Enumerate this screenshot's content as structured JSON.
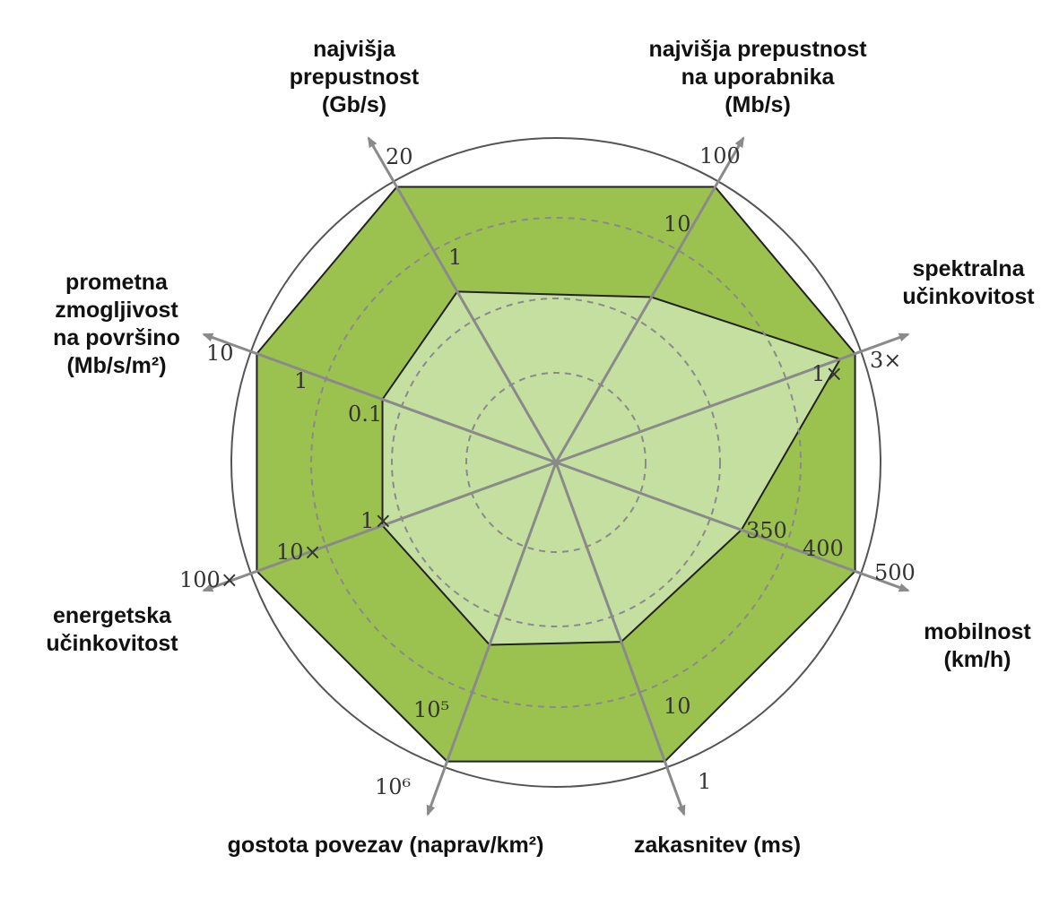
{
  "chart_data": {
    "type": "radar",
    "rings": 4,
    "axes": [
      {
        "name": "top-left",
        "angle_deg": 120,
        "title": [
          "najvišja",
          "prepustnost",
          "(Gb/s)"
        ],
        "ticks": [
          "1",
          "20"
        ],
        "values": [
          1,
          20
        ]
      },
      {
        "name": "top-right",
        "angle_deg": 60,
        "title": [
          "najvišja prepustnost",
          "na uporabnika",
          "(Mb/s)"
        ],
        "ticks": [
          "10",
          "100"
        ],
        "values": [
          10,
          100
        ]
      },
      {
        "name": "right-upper",
        "angle_deg": 20,
        "title": [
          "spektralna",
          "učinkovitost"
        ],
        "ticks": [
          "1×",
          "3×"
        ],
        "values": [
          1,
          3
        ]
      },
      {
        "name": "right-lower",
        "angle_deg": -20,
        "title": [
          "mobilnost",
          "(km/h)"
        ],
        "ticks": [
          "350",
          "400",
          "500"
        ],
        "values": [
          350,
          400,
          500
        ]
      },
      {
        "name": "bottom-right",
        "angle_deg": -70,
        "title": [
          "zakasnitev (ms)"
        ],
        "ticks": [
          "10",
          "1"
        ],
        "values": [
          10,
          1
        ]
      },
      {
        "name": "bottom-left",
        "angle_deg": -110,
        "title": [
          "gostota povezav (naprav/km²)"
        ],
        "ticks": [
          "10⁵",
          "10⁶"
        ],
        "values": [
          100000,
          1000000
        ]
      },
      {
        "name": "left-lower",
        "angle_deg": -160,
        "title": [
          "energetska",
          "učinkovitost"
        ],
        "ticks": [
          "1×",
          "10×",
          "100×"
        ],
        "values": [
          1,
          10,
          100
        ]
      },
      {
        "name": "left-upper",
        "angle_deg": 160,
        "title": [
          "prometna",
          "zmogljivost",
          "na površino",
          "(Mb/s/m²)"
        ],
        "ticks": [
          "0.1",
          "1",
          "10"
        ],
        "values": [
          0.1,
          1,
          10
        ]
      }
    ],
    "series": [
      {
        "values": [
          1,
          10,
          1,
          350,
          10,
          100000,
          1,
          0.1
        ],
        "relative_radius": [
          0.62,
          0.6,
          0.95,
          0.62,
          0.6,
          0.61,
          0.58,
          0.58
        ],
        "color": "#c4dfa0"
      },
      {
        "values": [
          20,
          100,
          3,
          500,
          1,
          1000000,
          100,
          10
        ],
        "relative_radius": [
          1,
          1,
          1,
          1,
          1,
          1,
          1,
          1
        ],
        "color": "#9bc24f"
      }
    ],
    "colors": {
      "outer_fill": "#9bc24f",
      "inner_fill": "#c4dfa0",
      "axis": "#8a8a8a",
      "circle": "#555555",
      "ring": "#8a8a8a",
      "polygon_stroke": "#222222"
    }
  }
}
